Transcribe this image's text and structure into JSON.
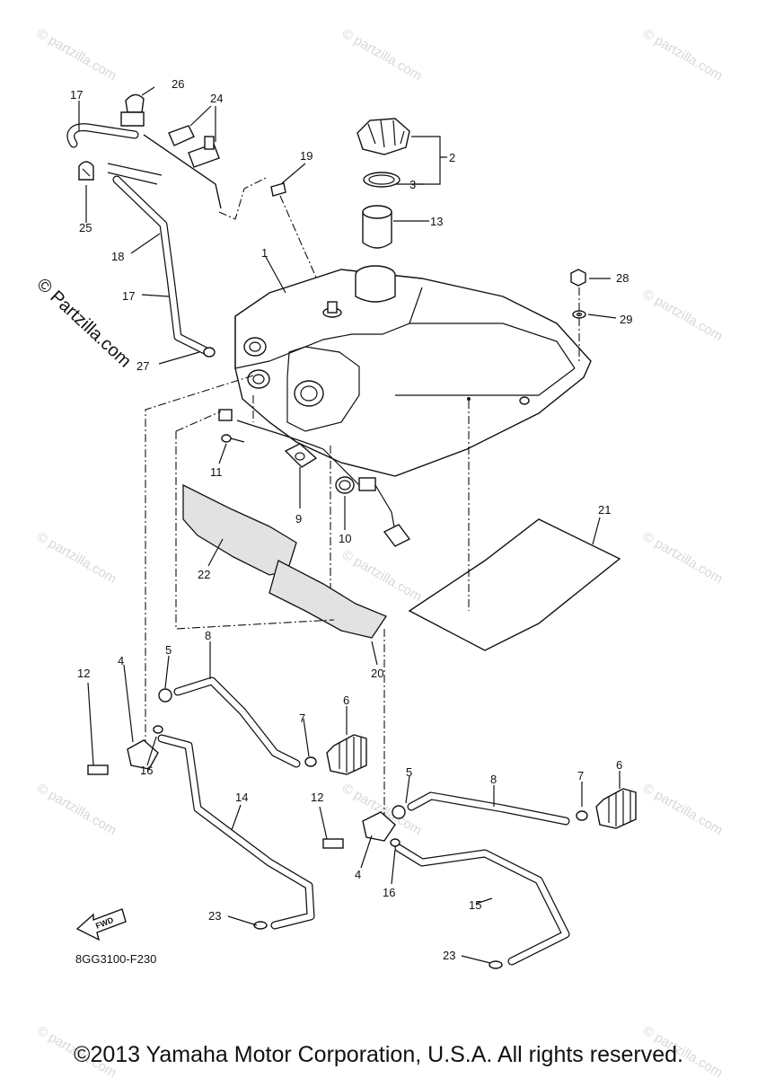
{
  "watermark": {
    "text": "© Partzilla.com",
    "faint_text": "© partzilla.com"
  },
  "diagram_code": "8GG3100-F230",
  "fwd_label": "FWD",
  "copyright": "©2013 Yamaha Motor Corporation, U.S.A. All rights reserved.",
  "callouts": {
    "c1": "1",
    "c2": "2",
    "c3": "3",
    "c4a": "4",
    "c4b": "4",
    "c5a": "5",
    "c5b": "5",
    "c6a": "6",
    "c6b": "6",
    "c7a": "7",
    "c7b": "7",
    "c8a": "8",
    "c8b": "8",
    "c9": "9",
    "c10": "10",
    "c11": "11",
    "c12a": "12",
    "c12b": "12",
    "c13": "13",
    "c14": "14",
    "c15": "15",
    "c16a": "16",
    "c16b": "16",
    "c17a": "17",
    "c17b": "17",
    "c18": "18",
    "c19": "19",
    "c20": "20",
    "c21": "21",
    "c22": "22",
    "c23a": "23",
    "c23b": "23",
    "c24": "24",
    "c25": "25",
    "c26": "26",
    "c27": "27",
    "c28": "28",
    "c29": "29"
  }
}
